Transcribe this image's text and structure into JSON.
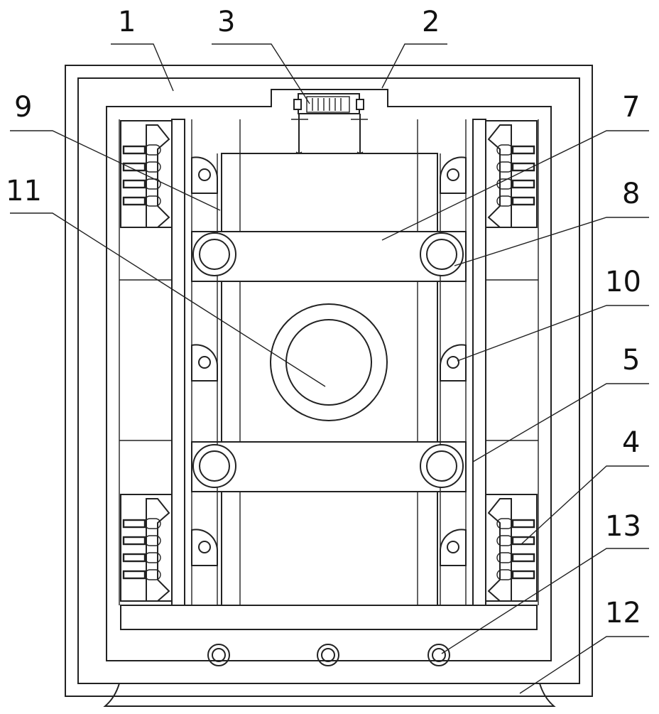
{
  "callouts": [
    {
      "id": "c1",
      "label": "1"
    },
    {
      "id": "c2",
      "label": "2"
    },
    {
      "id": "c3",
      "label": "3"
    },
    {
      "id": "c4",
      "label": "4"
    },
    {
      "id": "c5",
      "label": "5"
    },
    {
      "id": "c7",
      "label": "7"
    },
    {
      "id": "c8",
      "label": "8"
    },
    {
      "id": "c9",
      "label": "9"
    },
    {
      "id": "c10",
      "label": "10"
    },
    {
      "id": "c11",
      "label": "11"
    },
    {
      "id": "c12",
      "label": "12"
    },
    {
      "id": "c13",
      "label": "13"
    }
  ]
}
